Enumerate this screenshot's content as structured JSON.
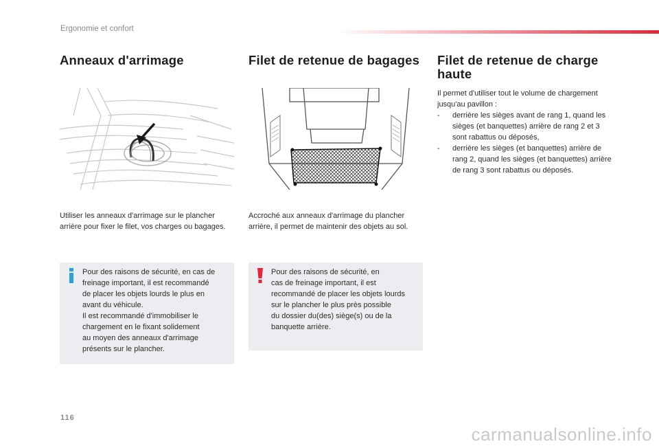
{
  "header": {
    "section_title": "Ergonomie et confort",
    "accent_color": "#e3263a"
  },
  "col1": {
    "title": "Anneaux d'arrimage",
    "figure": "tie-down-ring-illustration",
    "body": "Utiliser les anneaux d'arrimage sur le plancher arrière pour fixer le filet, vos charges ou bagages.",
    "note": {
      "icon": "info-icon",
      "icon_color": "#2a9fd8",
      "lines": [
        "Pour des raisons de sécurité, en cas de",
        "freinage important, il est recommandé",
        "de placer les objets lourds le plus en",
        "avant du véhicule.",
        "Il est recommandé d'immobiliser le",
        "chargement en le fixant solidement",
        "au moyen des anneaux d'arrimage",
        "présents sur le plancher."
      ]
    }
  },
  "col2": {
    "title": "Filet de retenue de bagages",
    "figure": "luggage-net-illustration",
    "body": "Accroché aux anneaux d'arrimage du plancher arrière, il permet de maintenir des objets au sol.",
    "note": {
      "icon": "warning-icon",
      "icon_color": "#e3263a",
      "lines": [
        "Pour des raisons de sécurité, en",
        "cas de freinage important, il est",
        "recommandé de placer les objets lourds",
        "sur le plancher le plus près possible",
        "du dossier du(des) siège(s) ou de la",
        "banquette arrière."
      ]
    }
  },
  "col3": {
    "title_line1": "Filet de retenue de charge",
    "title_line2": "haute",
    "intro": "Il permet d'utiliser tout le volume de chargement jusqu'au pavillon :",
    "items": [
      "derrière les sièges avant de rang 1, quand les sièges (et banquettes) arrière de rang 2 et 3 sont rabattus ou déposés,",
      "derrière les sièges (et banquettes) arrière de rang 2, quand les sièges (et banquettes) arrière de rang 3 sont rabattus ou déposés."
    ]
  },
  "footer": {
    "page_number": "116",
    "watermark": "carmanualsonline.info"
  }
}
